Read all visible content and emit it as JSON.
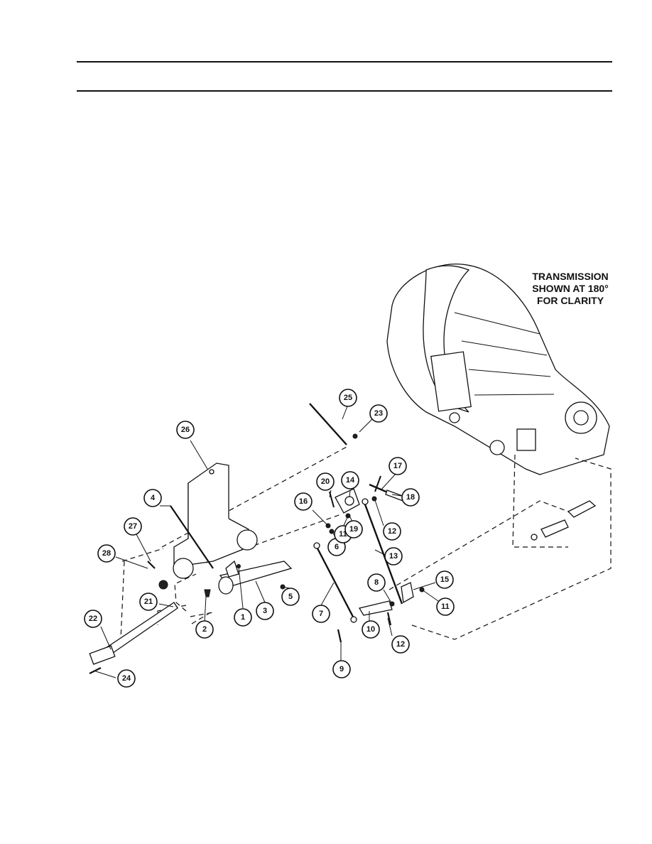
{
  "note": {
    "lines": [
      "TRANSMISSION",
      "SHOWN AT 180°",
      "FOR CLARITY"
    ]
  },
  "callouts": [
    "1",
    "2",
    "3",
    "4",
    "5",
    "6",
    "7",
    "8",
    "9",
    "10",
    "11",
    "12",
    "13",
    "14",
    "15",
    "16",
    "17",
    "18",
    "19",
    "20",
    "21",
    "22",
    "23",
    "24",
    "25",
    "26",
    "27",
    "28"
  ]
}
